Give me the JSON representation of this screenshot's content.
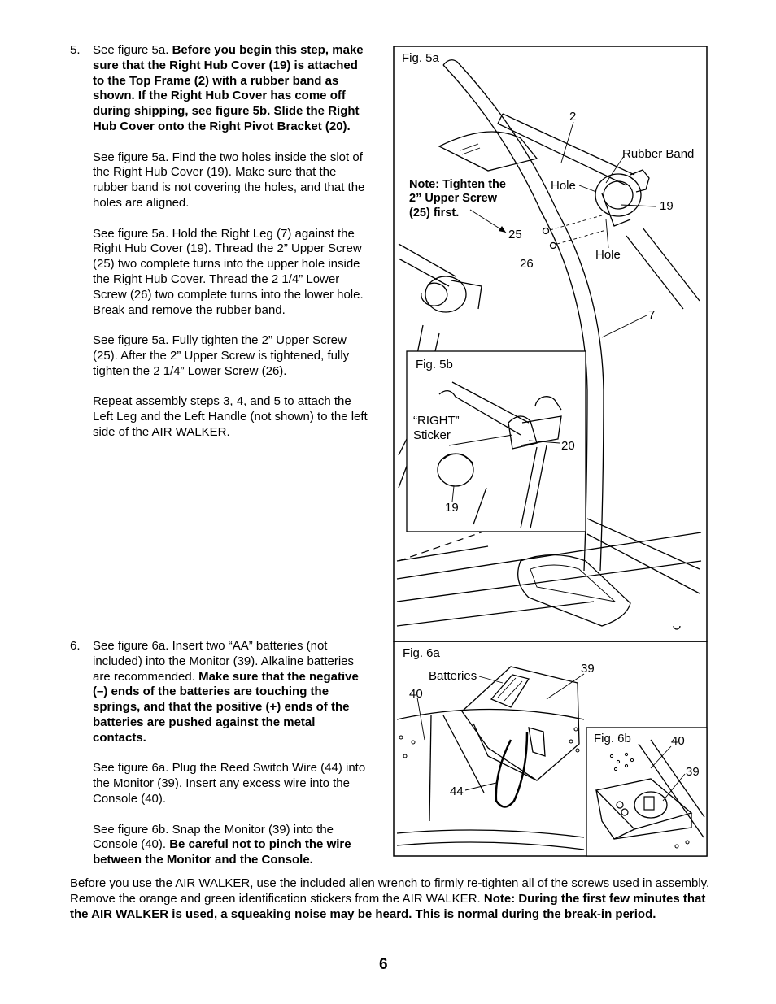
{
  "step5": {
    "number": "5.",
    "p1_normal": "See figure 5a. ",
    "p1_bold": "Before you begin this step, make sure that the Right Hub Cover (19) is attached to the Top Frame (2) with a rubber band as shown. If the Right Hub Cover has come off during shipping, see figure 5b. Slide the Right Hub Cover onto the Right Pivot Bracket (20).",
    "p2": "See figure 5a. Find the two holes inside the slot of the Right Hub Cover (19). Make sure that the rubber band is not covering the holes, and that the holes are aligned.",
    "p3": "See figure 5a. Hold the Right Leg (7) against the Right Hub Cover (19). Thread the 2” Upper Screw (25) two complete turns into the upper hole inside the Right Hub Cover. Thread the 2 1/4” Lower Screw (26) two complete turns into the lower hole. Break and remove the rubber band.",
    "p4": "See figure 5a. Fully tighten the 2” Upper Screw (25). After the 2” Upper Screw is tightened, fully tighten the 2 1/4” Lower Screw (26).",
    "p5": "Repeat assembly steps 3, 4, and 5 to attach the Left Leg and the Left Handle (not shown) to the left side of the AIR WALKER."
  },
  "step6": {
    "number": "6.",
    "p1_normal": "See figure 6a. Insert two “AA” batteries (not included) into the Monitor (39). Alkaline batteries are recommended. ",
    "p1_bold": "Make sure that the negative (–) ends of the batteries are touching the springs, and that the positive (+) ends of the batteries are pushed against the metal contacts.",
    "p2": "See figure 6a. Plug the Reed Switch Wire (44) into the Monitor (39). Insert any excess wire into the Console (40).",
    "p3_normal": "See figure 6b. Snap the Monitor (39) into the Console (40). ",
    "p3_bold": "Be careful not to pinch the wire between the Monitor and the Console."
  },
  "footer": {
    "normal": "Before you use the AIR WALKER, use the included allen wrench to firmly re-tighten all of the screws used in assembly. Remove the orange and green identification stickers from the AIR WALKER. ",
    "bold": "Note: During the first few minutes that the AIR WALKER is used, a squeaking noise may be heard. This is normal during the break-in period."
  },
  "page_number": "6",
  "fig5a": {
    "title": "Fig. 5a",
    "label_2": "2",
    "rubber_band": "Rubber Band",
    "hole_top": "Hole",
    "label_19": "19",
    "note_line1": "Note: Tighten the",
    "note_line2": "2” Upper Screw",
    "note_line3": "(25) first.",
    "label_25": "25",
    "label_26": "26",
    "hole_bottom": "Hole",
    "label_7": "7"
  },
  "fig5b": {
    "title": "Fig. 5b",
    "right_line1": "“RIGHT”",
    "right_line2": "Sticker",
    "label_20": "20",
    "label_19": "19"
  },
  "fig6a": {
    "title": "Fig. 6a",
    "batteries": "Batteries",
    "label_39": "39",
    "label_40": "40",
    "label_44": "44"
  },
  "fig6b": {
    "title": "Fig. 6b",
    "label_40": "40",
    "label_39": "39"
  }
}
